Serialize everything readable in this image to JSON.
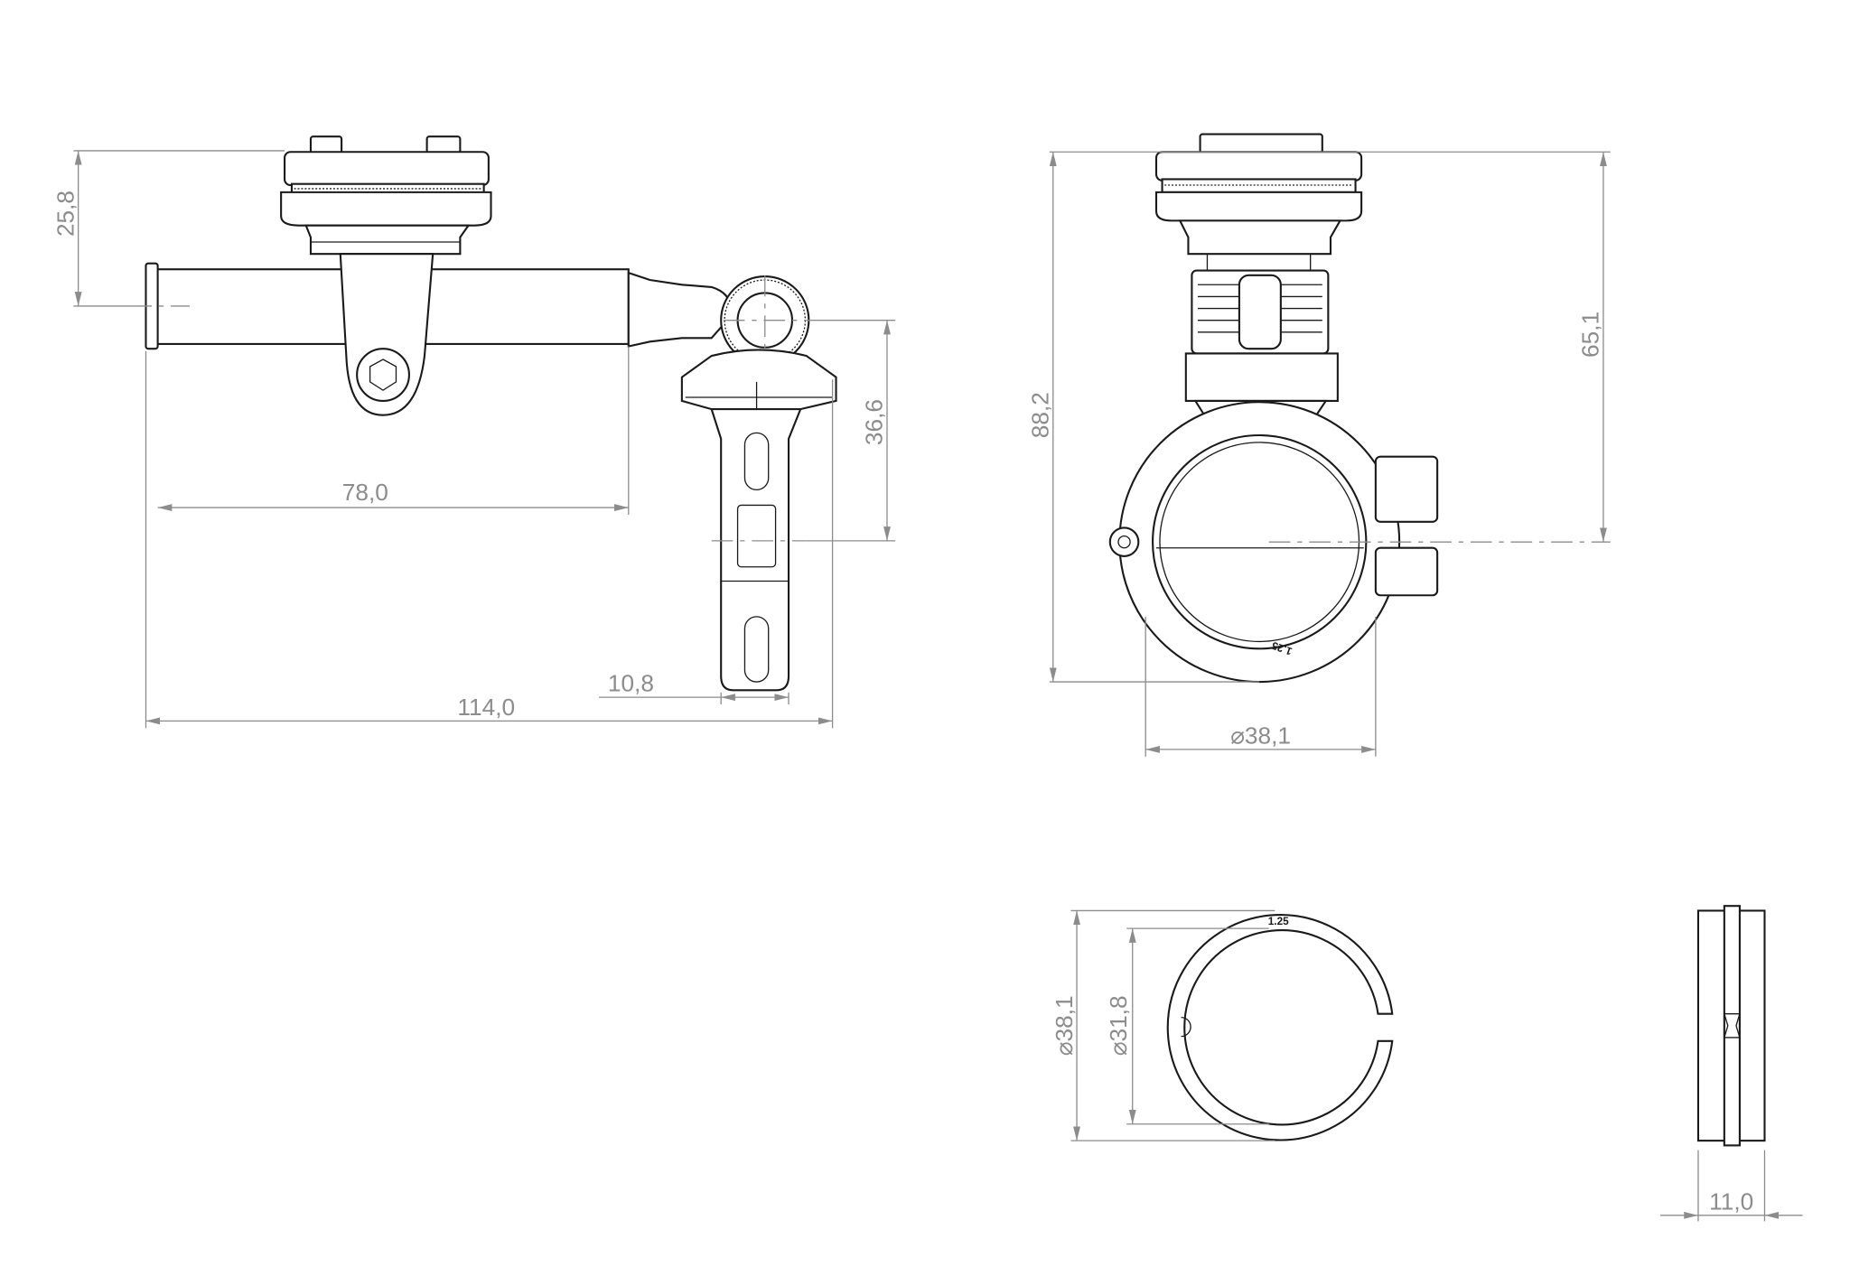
{
  "drawing": {
    "title": "Handlebar mount technical drawing",
    "colors": {
      "line": "#1a1a1a",
      "dimension": "#8c8c8c",
      "background": "#ffffff"
    },
    "side_view": {
      "dimensions": {
        "mount_height": "25,8",
        "bar_length": "78,0",
        "arm_offset": "36,6",
        "arm_width": "10,8",
        "total_length": "114,0"
      }
    },
    "front_view": {
      "dimensions": {
        "total_height": "88,2",
        "center_height": "65,1",
        "clamp_diameter": "⌀38,1"
      },
      "shim_marking": "1.25"
    },
    "shim_view": {
      "marking": "1.25",
      "dimensions": {
        "outer_diameter": "⌀38,1",
        "inner_diameter": "⌀31,8",
        "width": "11,0"
      }
    }
  }
}
